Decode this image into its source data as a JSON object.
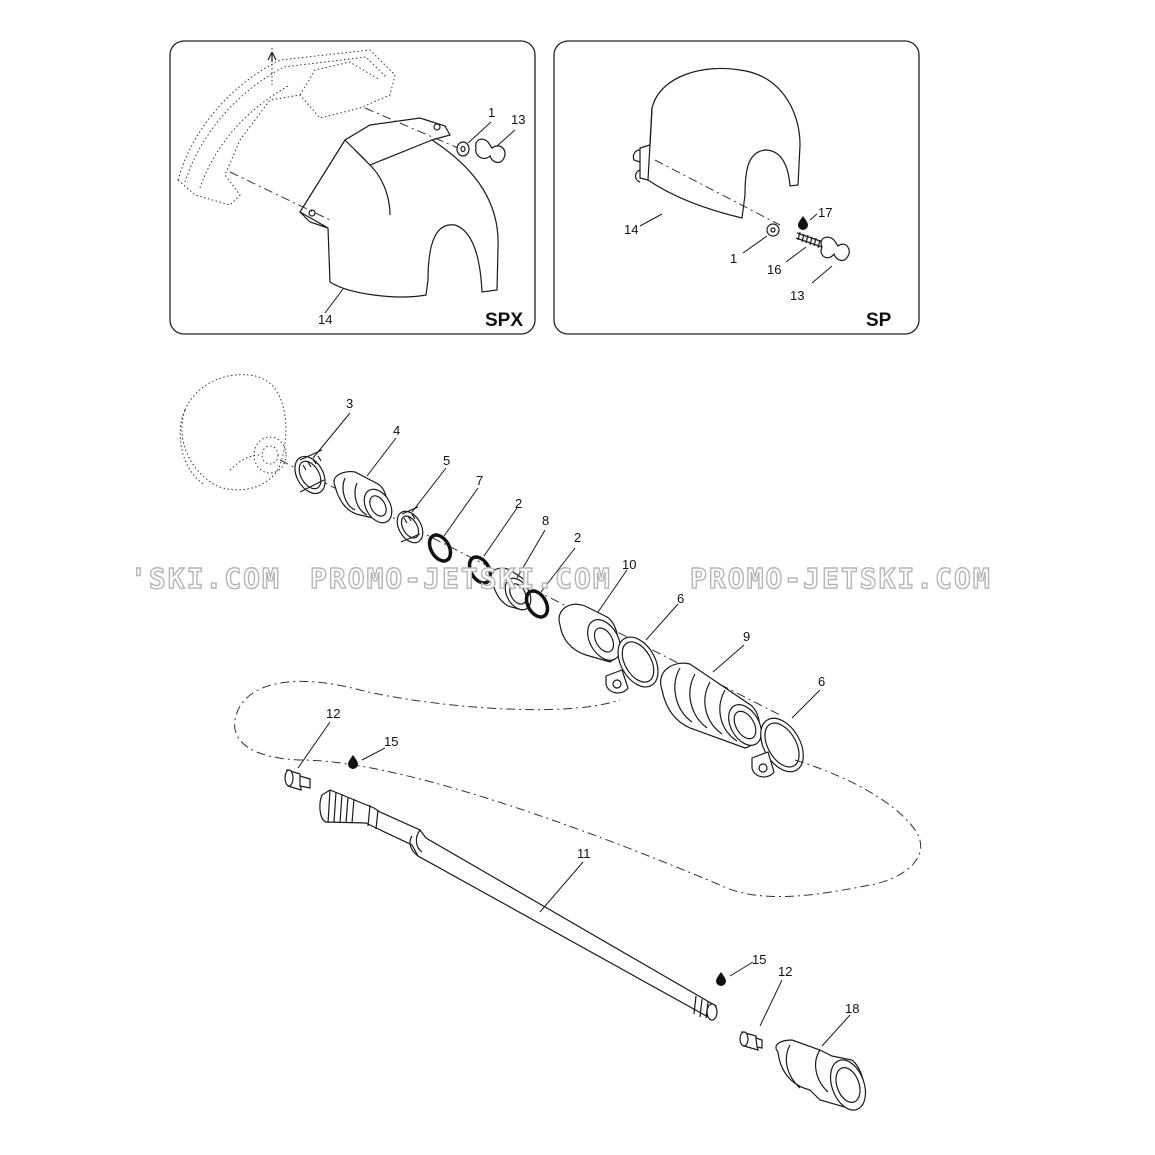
{
  "panels": {
    "spx": {
      "badge": "SPX"
    },
    "sp": {
      "badge": "SP"
    }
  },
  "callouts": {
    "spx_1": "1",
    "spx_13": "13",
    "spx_14": "14",
    "sp_17": "17",
    "sp_14": "14",
    "sp_1": "1",
    "sp_16": "16",
    "sp_13": "13",
    "c3": "3",
    "c4": "4",
    "c5": "5",
    "c7": "7",
    "c2a": "2",
    "c8": "8",
    "c2b": "2",
    "c10": "10",
    "c6a": "6",
    "c9": "9",
    "c6b": "6",
    "c12a": "12",
    "c15a": "15",
    "c11": "11",
    "c15b": "15",
    "c12b": "12",
    "c18": "18"
  },
  "watermark": {
    "left": "'SKI.COM",
    "center": "PROMO-JETSKI.COM",
    "right": "PROMO-JETSKI.COM"
  }
}
